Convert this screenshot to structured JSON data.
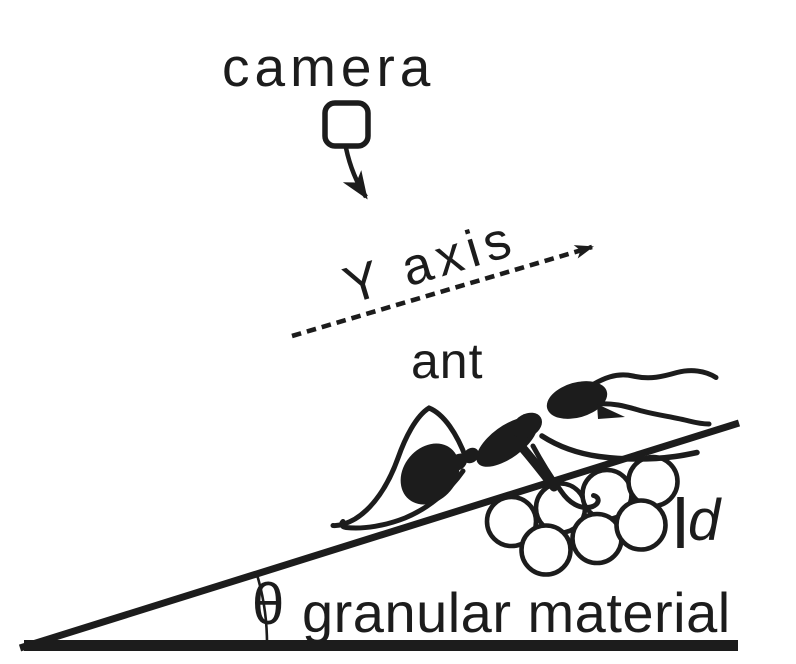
{
  "diagram": {
    "background_color": "#ffffff",
    "ink_color": "#1c1c1c",
    "camera_label": "camera",
    "y_axis_label": "Y axis",
    "ant_label": "ant",
    "angle_label": "θ",
    "granular_material_label": "granular material",
    "grain_diameter_label": "d",
    "icons": {
      "camera_icon": "rounded-square-marker",
      "camera_arrow_icon": "solid-arrow-down-right",
      "y_axis_arrow_icon": "dashed-arrow-ascending-right",
      "angle_arc_icon": "angle-arc",
      "grain_diameter_bar_icon": "vertical-diameter-tick"
    },
    "scene": {
      "grain_circle_count": 7,
      "grain_rows": 2,
      "ant_on_incline": true
    }
  }
}
